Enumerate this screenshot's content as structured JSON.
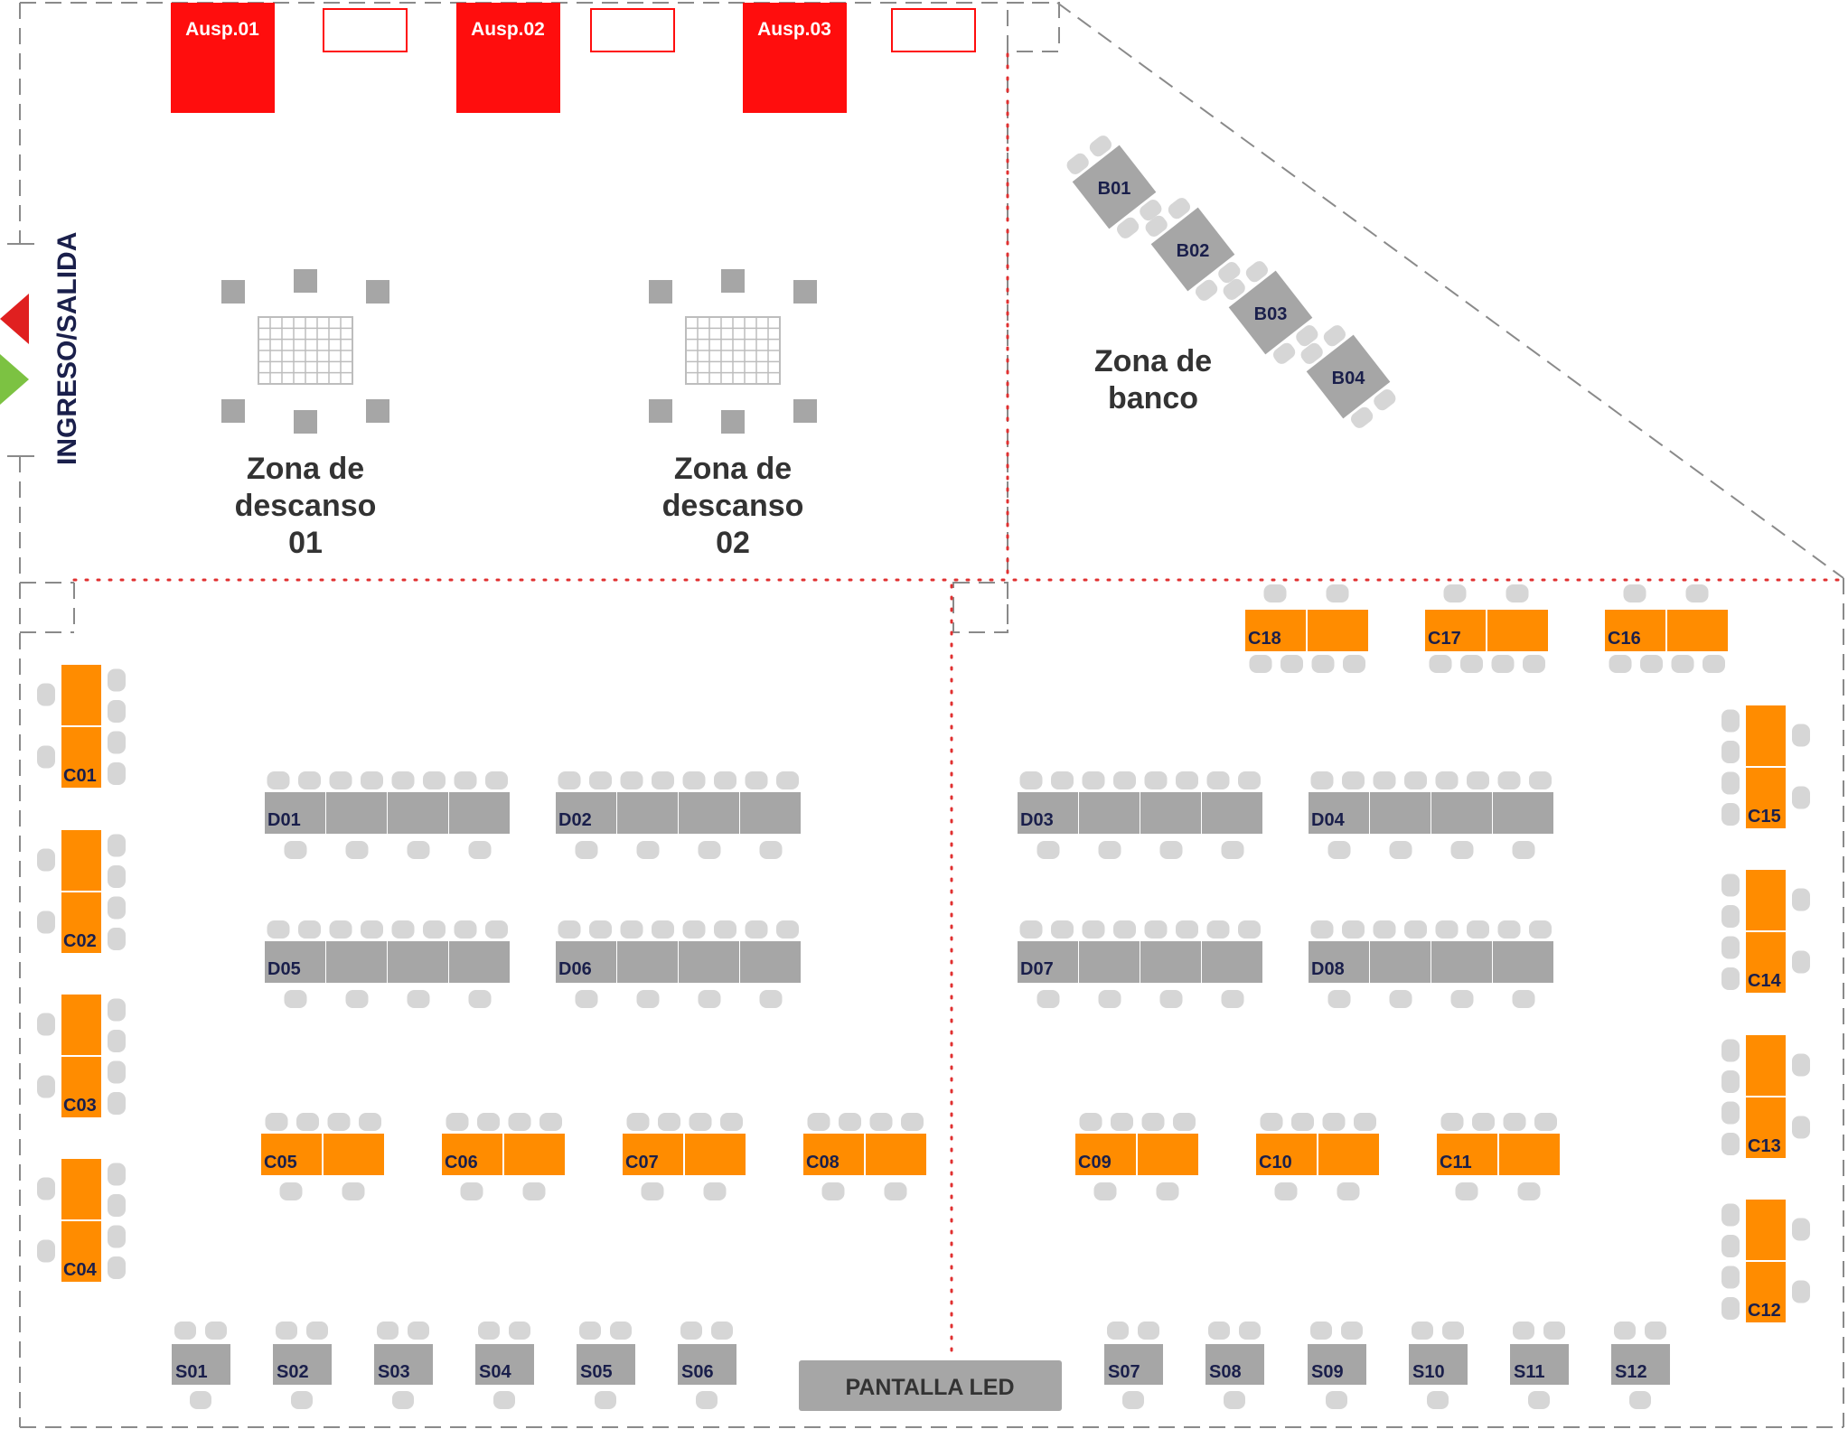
{
  "colors": {
    "sponsor": "#ff0d0d",
    "orange_table": "#ff8c00",
    "gray_table": "#a6a6a6",
    "chair": "#d6d6d6",
    "label_navy": "#1a1f4b",
    "zone_text": "#333333",
    "dash_wall": "#8a8a8a",
    "dotted_divider": "#e03030",
    "enter_arrow": "#e02020",
    "exit_arrow": "#7cc242"
  },
  "entrance": {
    "label": "INGRESO/SALIDA",
    "arrow_in_icon": "arrow-left-red-icon",
    "arrow_out_icon": "arrow-right-green-icon"
  },
  "sponsors": [
    "Ausp.01",
    "Ausp.02",
    "Ausp.03"
  ],
  "zones": {
    "rest1": [
      "Zona de",
      "descanso",
      "01"
    ],
    "rest2": [
      "Zona de",
      "descanso",
      "02"
    ],
    "bank": [
      "Zona de",
      "banco"
    ]
  },
  "bank_tables": [
    "B01",
    "B02",
    "B03",
    "B04"
  ],
  "d_tables": [
    "D01",
    "D02",
    "D03",
    "D04",
    "D05",
    "D06",
    "D07",
    "D08"
  ],
  "c_tables": [
    "C01",
    "C02",
    "C03",
    "C04",
    "C05",
    "C06",
    "C07",
    "C08",
    "C09",
    "C10",
    "C11",
    "C12",
    "C13",
    "C14",
    "C15",
    "C16",
    "C17",
    "C18"
  ],
  "s_tables": [
    "S01",
    "S02",
    "S03",
    "S04",
    "S05",
    "S06",
    "S07",
    "S08",
    "S09",
    "S10",
    "S11",
    "S12"
  ],
  "screen": {
    "label": "PANTALLA LED"
  }
}
